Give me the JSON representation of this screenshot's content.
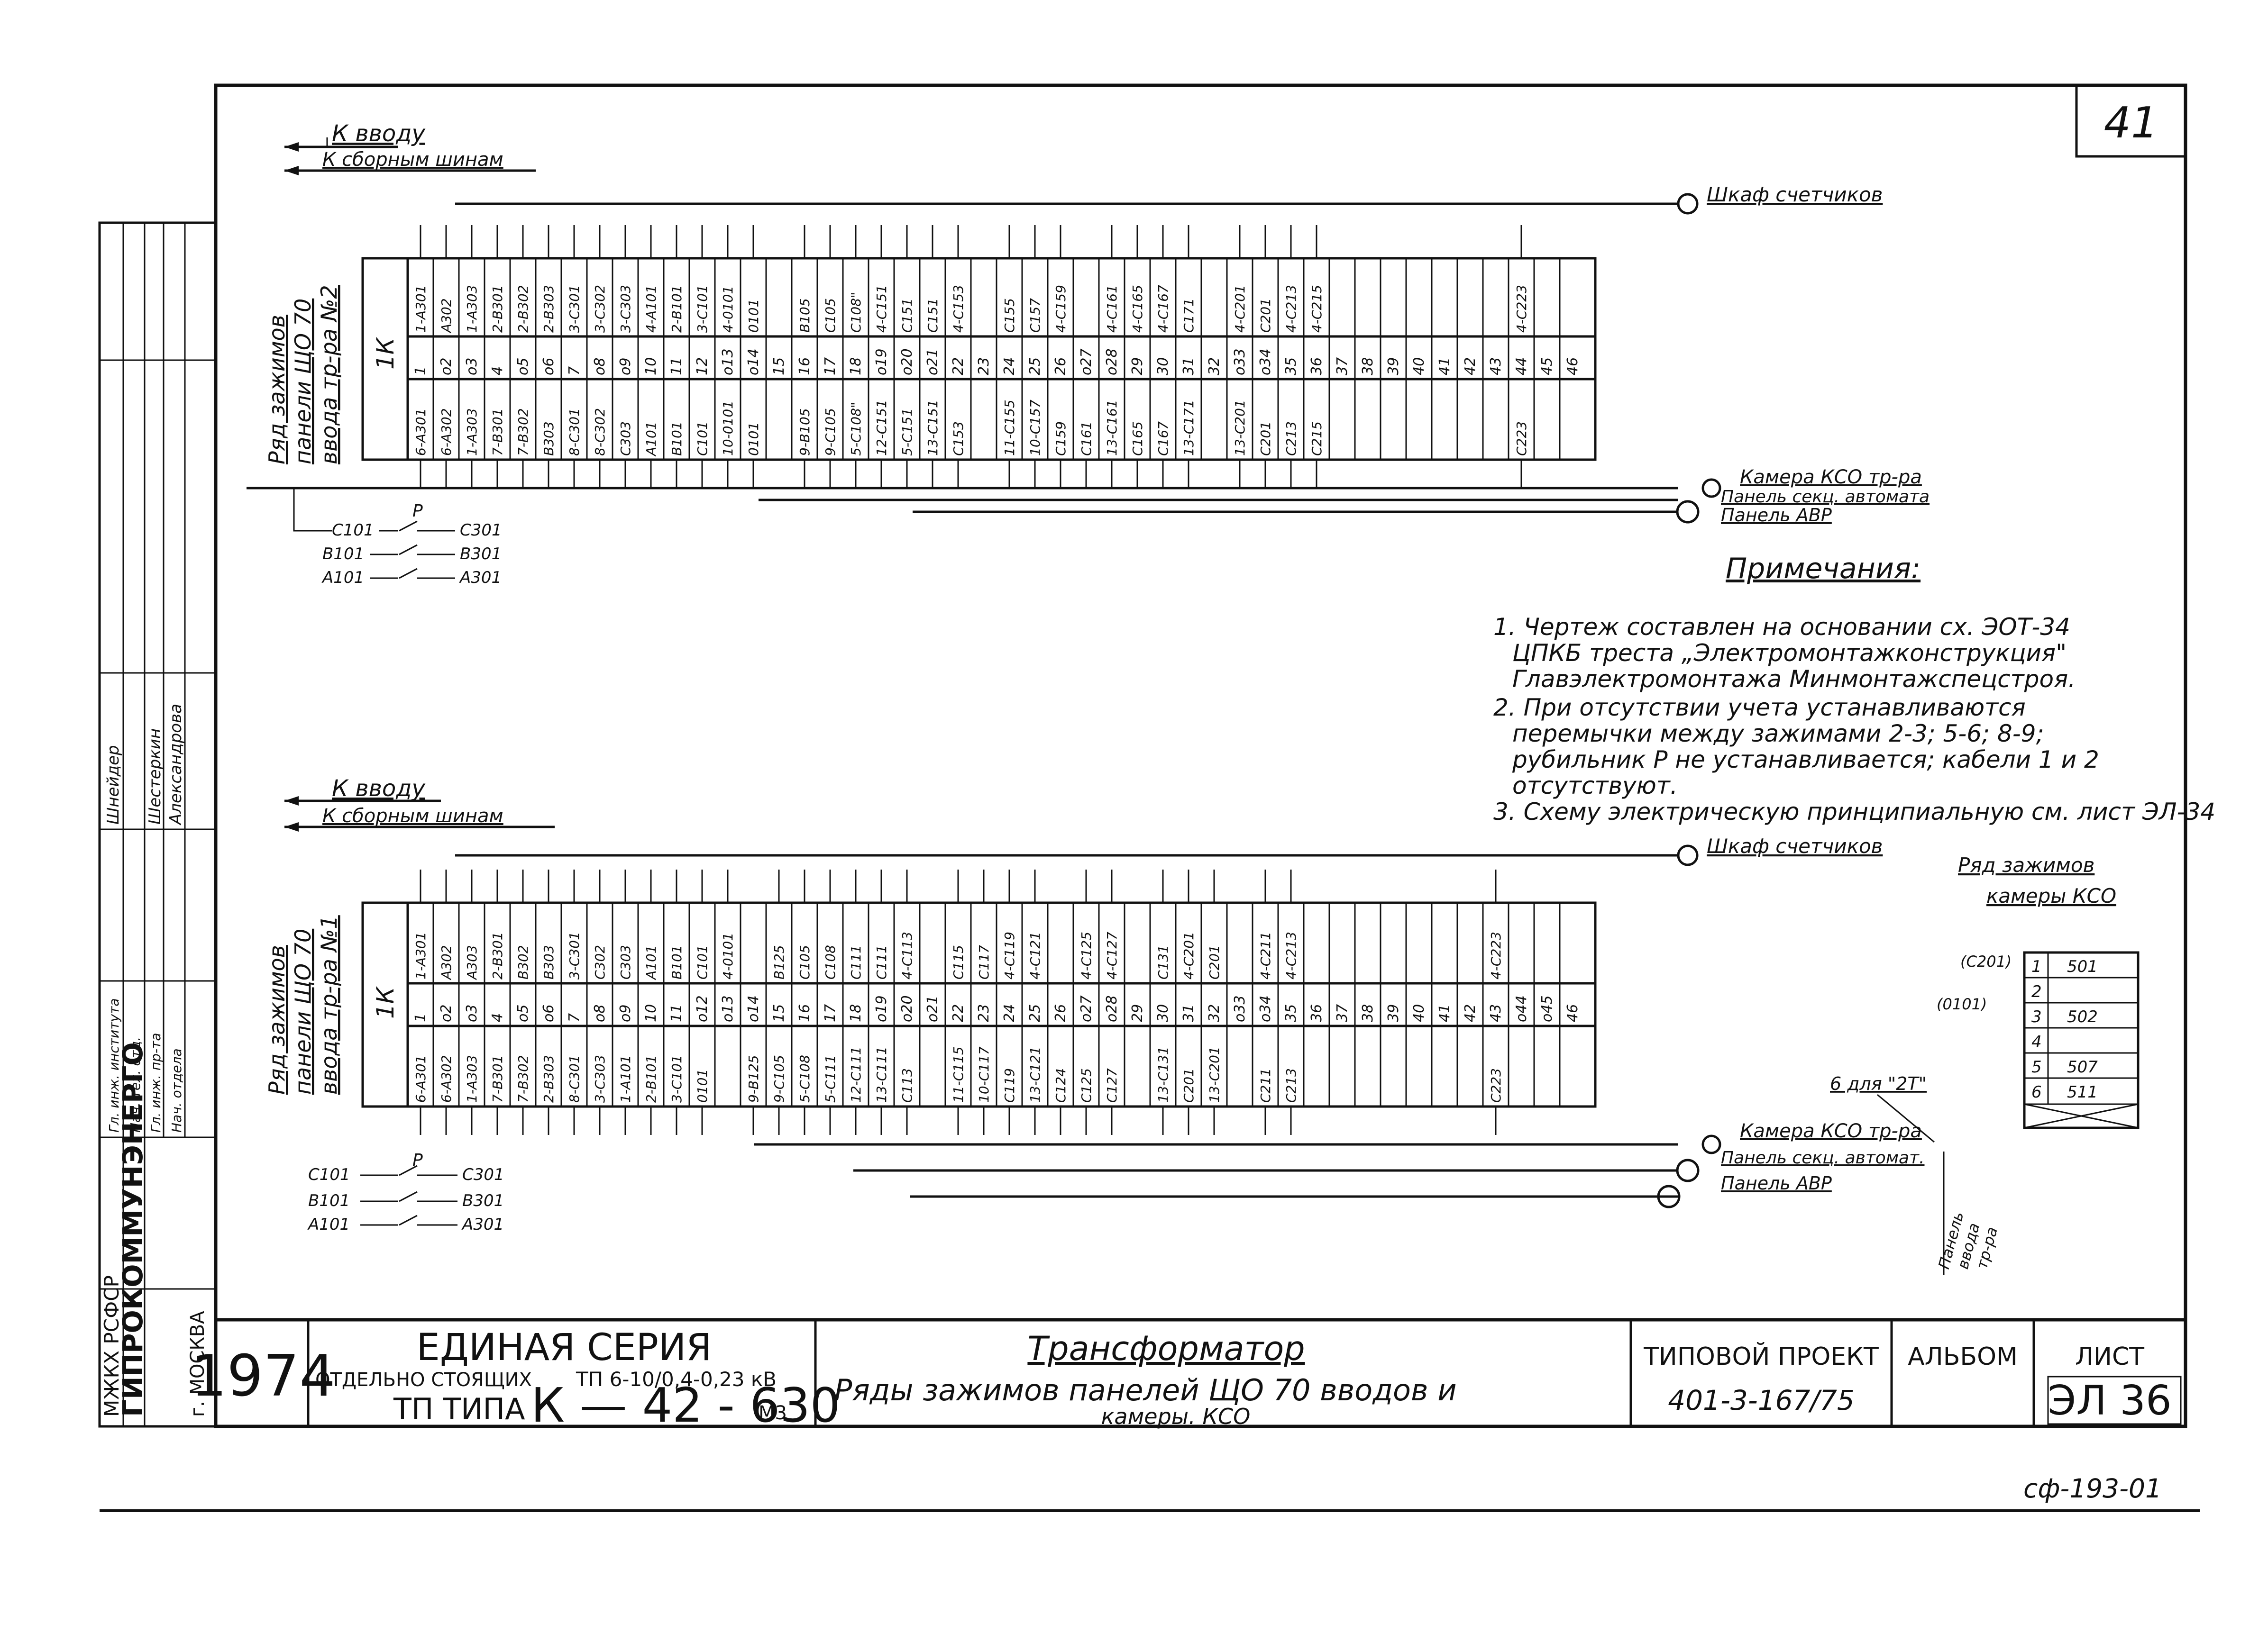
{
  "page_number": "41",
  "form_code": "сф-193-01",
  "side_stamp": {
    "ministry": "МЖКХ РСФСР",
    "institute": "ГИПРОКОММУНЭНЕРГО",
    "city": "г. МОСКВА",
    "rows": [
      [
        "Гл. инж. института",
        "",
        "",
        ""
      ],
      [
        "Нач. тех. отд.",
        "",
        "",
        ""
      ],
      [
        "Гл. инж. пр-та",
        "",
        "",
        ""
      ],
      [
        "Нач. отдела",
        "",
        "",
        ""
      ]
    ],
    "names": [
      "Шнейдер",
      "Шестеркин",
      "Александрова"
    ]
  },
  "top_section": {
    "to_input": "К вводу",
    "to_buses": "К сборным шинам",
    "meter_cabinet": "Шкаф счетчиков",
    "row_title": [
      "Ряд зажимов",
      "панели ЩО 70",
      "ввода тр-ра №2"
    ],
    "block_label": "1К",
    "upper_labels": [
      "1-А301",
      "А302",
      "1-А303",
      "2-В301",
      "2-В302",
      "2-В303",
      "3-С301",
      "3-С302",
      "3-С303",
      "4-А101",
      "2-В101",
      "3-С101",
      "4-0101",
      "0101",
      "",
      "В105",
      "С105",
      "С108\"",
      "4-С151",
      "С151",
      "С151",
      "4-С153",
      "",
      "С155",
      "С157",
      "4-С159",
      "",
      "4-С161",
      "4-С165",
      "4-С167",
      "С171",
      "",
      "4-С201",
      "С201",
      "4-С213",
      "4-С215",
      "",
      "",
      "",
      "",
      "",
      "",
      "",
      "4-С223",
      "",
      ""
    ],
    "numbers": [
      "1",
      "о2",
      "о3",
      "4",
      "о5",
      "о6",
      "7",
      "о8",
      "о9",
      "10",
      "11",
      "12",
      "о13",
      "о14",
      "15",
      "16",
      "17",
      "18",
      "о19",
      "о20",
      "о21",
      "22",
      "23",
      "24",
      "25",
      "26",
      "о27",
      "о28",
      "29",
      "30",
      "31",
      "32",
      "о33",
      "о34",
      "35",
      "36",
      "37",
      "38",
      "39",
      "40",
      "41",
      "42",
      "43",
      "44",
      "45",
      "46"
    ],
    "lower_labels": [
      "6-А301",
      "6-А302",
      "1-А303",
      "7-В301",
      "7-В302",
      "В303",
      "8-С301",
      "8-С302",
      "С303",
      "А101",
      "В101",
      "С101",
      "10-0101",
      "0101",
      "",
      "9-В105",
      "9-С105",
      "5-С108\"",
      "12-С151",
      "5-С151",
      "13-С151",
      "С153",
      "",
      "11-С155",
      "10-С157",
      "С159",
      "С161",
      "13-С161",
      "С165",
      "С167",
      "13-С171",
      "",
      "13-С201",
      "С201",
      "С213",
      "С215",
      "",
      "",
      "",
      "",
      "",
      "",
      "",
      "С223",
      "",
      ""
    ],
    "outputs": [
      "Камера КСО тр-ра",
      "Панель секц. автомата",
      "Панель АВР"
    ],
    "switch": {
      "left": [
        "С101",
        "В101",
        "А101"
      ],
      "right": [
        "С301",
        "В301",
        "А301"
      ],
      "name": "Р"
    }
  },
  "bottom_section": {
    "to_input": "К вводу",
    "to_buses": "К сборным шинам",
    "meter_cabinet": "Шкаф счетчиков",
    "row_title": [
      "Ряд зажимов",
      "панели ЩО 70",
      "ввода тр-ра №1"
    ],
    "block_label": "1К",
    "upper_labels": [
      "1-А301",
      "А302",
      "А303",
      "2-В301",
      "В302",
      "В303",
      "3-С301",
      "С302",
      "С303",
      "А101",
      "В101",
      "С101",
      "4-0101",
      "",
      "В125",
      "С105",
      "С108",
      "С111",
      "С111",
      "4-С113",
      "",
      "С115",
      "С117",
      "4-С119",
      "4-С121",
      "",
      "4-С125",
      "4-С127",
      "",
      "С131",
      "4-С201",
      "С201",
      "",
      "4-С211",
      "4-С213",
      "",
      "",
      "",
      "",
      "",
      "",
      "",
      "4-С223",
      "",
      "",
      ""
    ],
    "numbers": [
      "1",
      "о2",
      "о3",
      "4",
      "о5",
      "о6",
      "7",
      "о8",
      "о9",
      "10",
      "11",
      "о12",
      "о13",
      "о14",
      "15",
      "16",
      "17",
      "18",
      "о19",
      "о20",
      "о21",
      "22",
      "23",
      "24",
      "25",
      "26",
      "о27",
      "о28",
      "29",
      "30",
      "31",
      "32",
      "о33",
      "о34",
      "35",
      "36",
      "37",
      "38",
      "39",
      "40",
      "41",
      "42",
      "43",
      "о44",
      "о45",
      "46"
    ],
    "lower_labels": [
      "6-А301",
      "6-А302",
      "1-А303",
      "7-В301",
      "7-В302",
      "2-В303",
      "8-С301",
      "3-С303",
      "1-А101",
      "2-В101",
      "3-С101",
      "0101",
      "",
      "9-В125",
      "9-С105",
      "5-С108",
      "5-С111",
      "12-С111",
      "13-С111",
      "С113",
      "",
      "11-С115",
      "10-С117",
      "С119",
      "13-С121",
      "С124",
      "С125",
      "С127",
      "",
      "13-С131",
      "С201",
      "13-С201",
      "",
      "С211",
      "С213",
      "",
      "",
      "",
      "",
      "",
      "",
      "",
      "С223",
      "",
      "",
      ""
    ],
    "outputs": [
      "Камера КСО тр-ра",
      "Панель секц. автомат.",
      "Панель АВР"
    ],
    "switch": {
      "left": [
        "С101",
        "В101",
        "А101"
      ],
      "right": [
        "С301",
        "В301",
        "А301"
      ],
      "name": "Р"
    },
    "cable_note": "6 для \"2Т\"",
    "vertical_note": [
      "Панель",
      "ввода",
      "тр-ра"
    ]
  },
  "kso_terminals": {
    "title": [
      "Ряд зажимов",
      "камеры КСО"
    ],
    "tags": [
      "(С201)",
      "(0101)"
    ],
    "rows": [
      {
        "n": "1",
        "v": "501"
      },
      {
        "n": "2",
        "v": ""
      },
      {
        "n": "3",
        "v": "502"
      },
      {
        "n": "4",
        "v": ""
      },
      {
        "n": "5",
        "v": "507"
      },
      {
        "n": "6",
        "v": "511"
      }
    ]
  },
  "notes": {
    "title": "Примечания:",
    "items": [
      "1. Чертеж составлен на основании сх. ЭОТ-34",
      "ЦПКБ треста „Электромонтажконструкция\"",
      "Главэлектромонтажа Минмонтажспецстроя.",
      "2. При отсутствии учета устанавливаются",
      "перемычки между зажимами 2-3; 5-6; 8-9;",
      "рубильник Р не устанавливается; кабели 1 и 2",
      "отсутствуют.",
      "3. Схему электрическую принципиальную см. лист ЭЛ-34"
    ]
  },
  "title_block": {
    "year": "1974",
    "series": "ЕДИНАЯ СЕРИЯ",
    "subtitle_a": "ОТДЕЛЬНО СТОЯЩИХ",
    "subtitle_b": "ТП 6-10/0,4-0,23 кВ",
    "type_label": "ТП ТИПА",
    "type_value": "К — 42 - 630",
    "type_suffix": "М3",
    "drawing_title": "Трансформатор",
    "drawing_desc_1": "Ряды зажимов    панелей ЩО 70 вводов и",
    "drawing_desc_2": "камеры. КСО",
    "project_label": "ТИПОВОЙ ПРОЕКТ",
    "project_value": "401-3-167/75",
    "album_label": "АЛЬБОМ",
    "sheet_label": "ЛИСТ",
    "sheet_value": "ЭЛ 36"
  }
}
